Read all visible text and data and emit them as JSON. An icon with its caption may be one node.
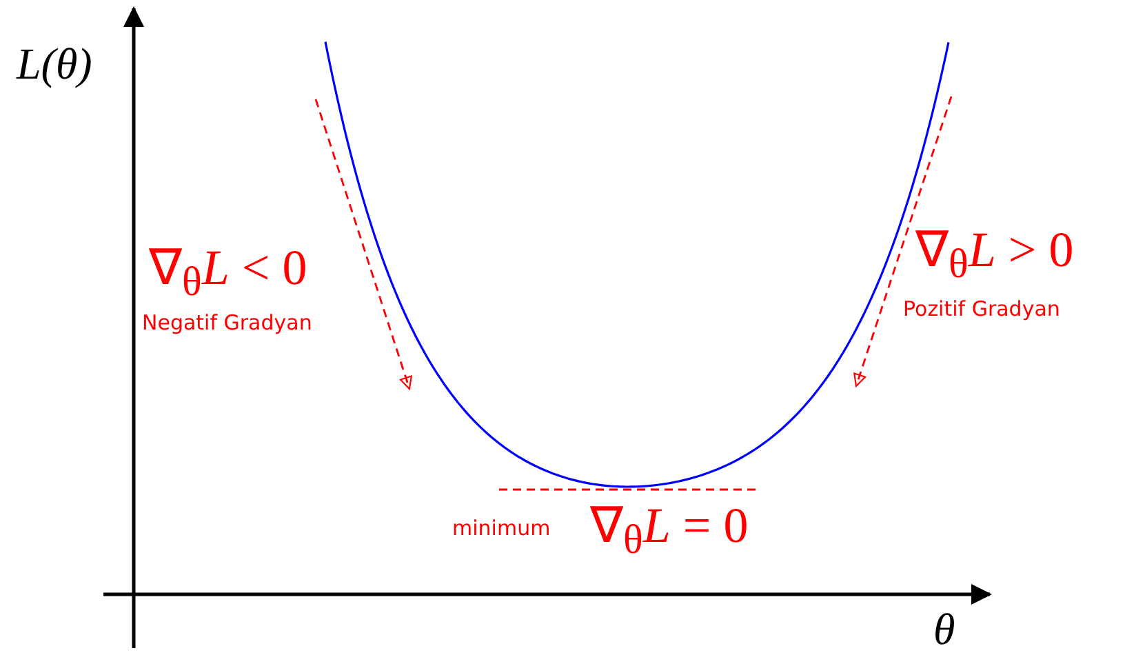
{
  "diagram": {
    "labels": [
      "L(θ)",
      "∇$_{θ}$*L* < 0",
      "Negatif Gradyan",
      "∇$_{θ}$*L* > 0",
      "Pozitif Gradyan",
      "minimum",
      "∇$_{θ}$*L* = 0",
      "θ"
    ]
  }
}
